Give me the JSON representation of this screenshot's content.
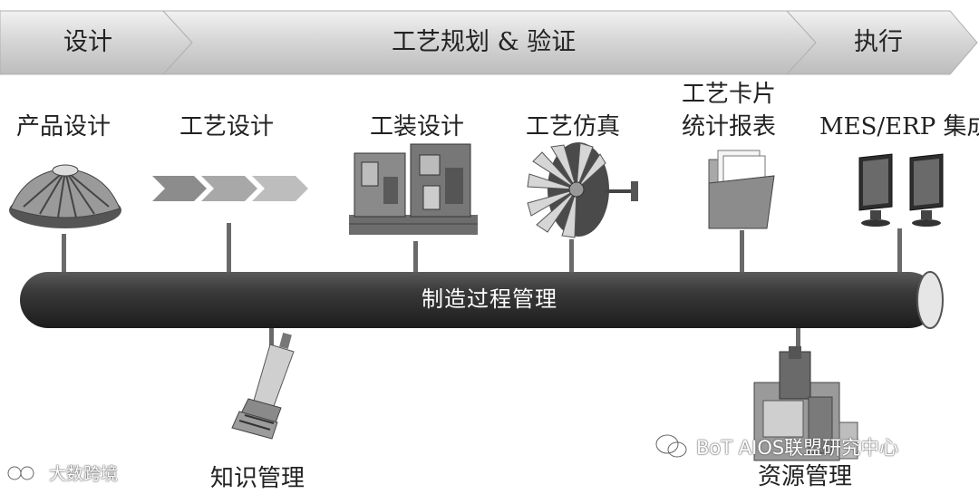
{
  "phases": [
    {
      "label": "设计"
    },
    {
      "label": "工艺规划 & 验证"
    },
    {
      "label": "执行"
    }
  ],
  "top_items": [
    {
      "label": "产品设计"
    },
    {
      "label": "工艺设计"
    },
    {
      "label": "工装设计"
    },
    {
      "label": "工艺仿真"
    },
    {
      "label_line1": "工艺卡片",
      "label_line2": "统计报表"
    },
    {
      "label": "MES/ERP 集成"
    }
  ],
  "pipe": {
    "label": "制造过程管理"
  },
  "bottom_items": [
    {
      "label": "知识管理"
    },
    {
      "label": "资源管理"
    }
  ],
  "watermarks": {
    "left": "大数跨境",
    "right": "BoT AIOS联盟研究中心"
  }
}
